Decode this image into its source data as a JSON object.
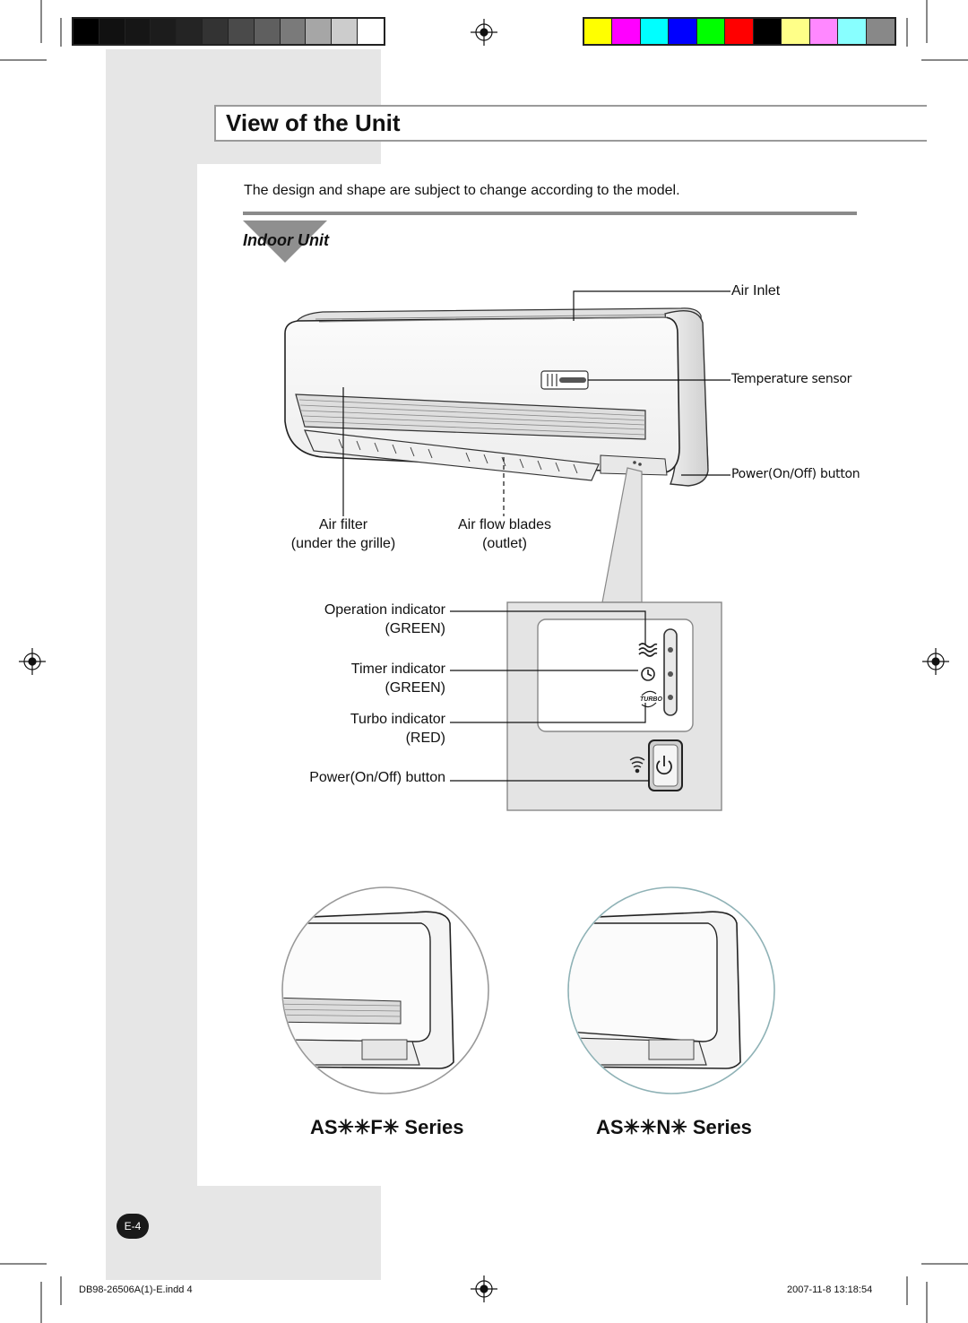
{
  "color_bars": {
    "grayscale": [
      "#000000",
      "#111111",
      "#161616",
      "#1c1c1c",
      "#242424",
      "#333333",
      "#4a4a4a",
      "#5f5f5f",
      "#7a7a7a",
      "#a6a6a6",
      "#cccccc",
      "#ffffff"
    ],
    "process": [
      "#ffff00",
      "#ff00ff",
      "#00ffff",
      "#0000ff",
      "#00ff00",
      "#ff0000",
      "#000000",
      "#ffff88",
      "#ff88ff",
      "#88ffff",
      "#888888"
    ]
  },
  "page": {
    "title": "View of the Unit",
    "note": "The design and shape are subject to change according to the model.",
    "section": "Indoor Unit"
  },
  "callouts": {
    "air_inlet": "Air Inlet",
    "temperature_sensor": "Temperature sensor",
    "power_button_top": "Power(On/Off) button",
    "air_filter_line1": "Air filter",
    "air_filter_line2": "(under the grille)",
    "air_flow_line1": "Air flow blades",
    "air_flow_line2": "(outlet)"
  },
  "panel": {
    "operation_label": "Operation indicator",
    "operation_color": "(GREEN)",
    "timer_label": "Timer indicator",
    "timer_color": "(GREEN)",
    "turbo_label": "Turbo indicator",
    "turbo_color": "(RED)",
    "power_label": "Power(On/Off) button",
    "turbo_icon_text": "TURBO"
  },
  "series": {
    "left": "AS✳✳F✳ Series",
    "right": "AS✳✳N✳ Series"
  },
  "footer": {
    "page_number": "E-4",
    "file_name": "DB98-26506A(1)-E.indd   4",
    "timestamp": "2007-11-8   13:18:54"
  },
  "icons": [
    "registration-mark-icon",
    "wind-icon",
    "timer-icon",
    "turbo-icon",
    "signal-icon",
    "power-icon"
  ],
  "colors": {
    "sidebar_gray": "#e6e6e6",
    "title_border": "#9a9a9a",
    "rule_gray": "#8a8a8a"
  }
}
